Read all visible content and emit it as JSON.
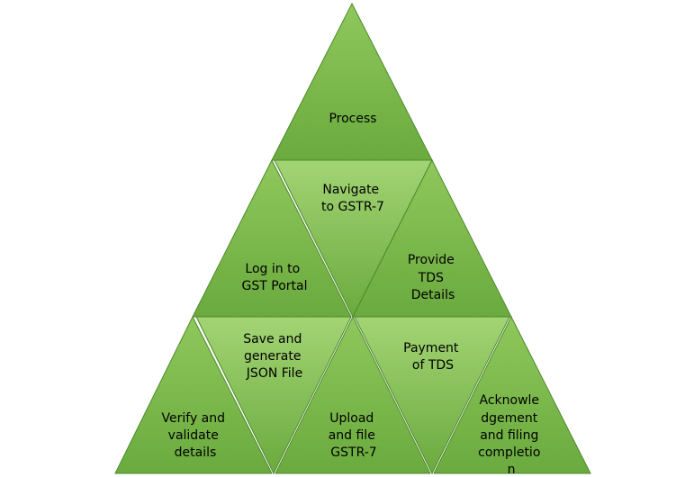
{
  "diagram": {
    "colors": {
      "fill_top": "#8fc85c",
      "fill_bottom": "#6aaa3e",
      "fill_light": "#a3d474",
      "edge": "#4e8a2c",
      "text": "#000000"
    },
    "nodes": [
      {
        "id": "process",
        "lines": [
          "Process"
        ]
      },
      {
        "id": "navigate",
        "lines": [
          "Navigate",
          "to GSTR-7"
        ]
      },
      {
        "id": "login",
        "lines": [
          "Log in to",
          "GST Portal"
        ]
      },
      {
        "id": "provide-tds",
        "lines": [
          "Provide",
          "TDS",
          "Details"
        ]
      },
      {
        "id": "save-json",
        "lines": [
          "Save and",
          "generate",
          "JSON File"
        ]
      },
      {
        "id": "payment",
        "lines": [
          "Payment",
          "of TDS"
        ]
      },
      {
        "id": "verify",
        "lines": [
          "Verify and",
          "validate",
          "details"
        ]
      },
      {
        "id": "upload",
        "lines": [
          "Upload",
          "and file",
          "GSTR-7"
        ]
      },
      {
        "id": "acknowledgement",
        "lines": [
          "Acknowle",
          "dgement",
          "and filing",
          "completio",
          "n"
        ]
      }
    ]
  }
}
